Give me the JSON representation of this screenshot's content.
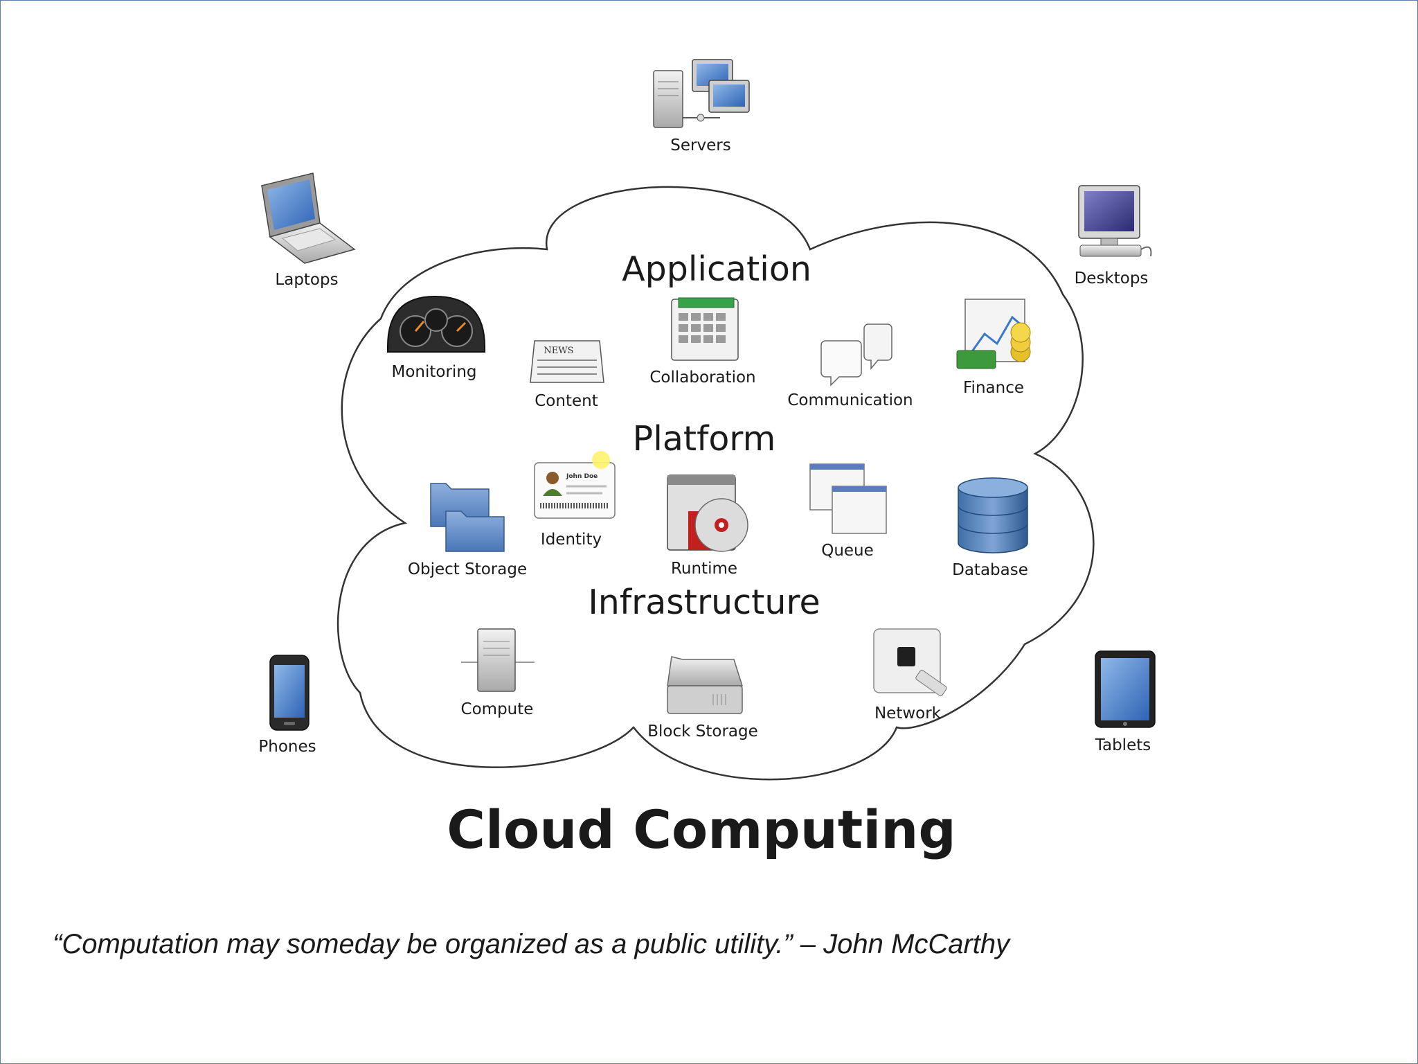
{
  "diagram": {
    "title": "Cloud Computing",
    "layers": {
      "application": "Application",
      "platform": "Platform",
      "infrastructure": "Infrastructure"
    },
    "devices": {
      "servers": "Servers",
      "laptops": "Laptops",
      "desktops": "Desktops",
      "phones": "Phones",
      "tablets": "Tablets"
    },
    "application_items": {
      "monitoring": "Monitoring",
      "content": "Content",
      "collaboration": "Collaboration",
      "communication": "Communication",
      "finance": "Finance"
    },
    "platform_items": {
      "object_storage": "Object Storage",
      "identity": "Identity",
      "runtime": "Runtime",
      "queue": "Queue",
      "database": "Database"
    },
    "infrastructure_items": {
      "compute": "Compute",
      "block_storage": "Block Storage",
      "network": "Network"
    },
    "icon_text": {
      "news": "NEWS",
      "badge_name": "John Doe"
    }
  },
  "quote": {
    "text": "“Computation may someday be organized as a public utility.” – John McCarthy"
  },
  "colors": {
    "frame_border": "#5b7fa6",
    "cloud_stroke": "#333333",
    "text": "#1a1a1a"
  }
}
